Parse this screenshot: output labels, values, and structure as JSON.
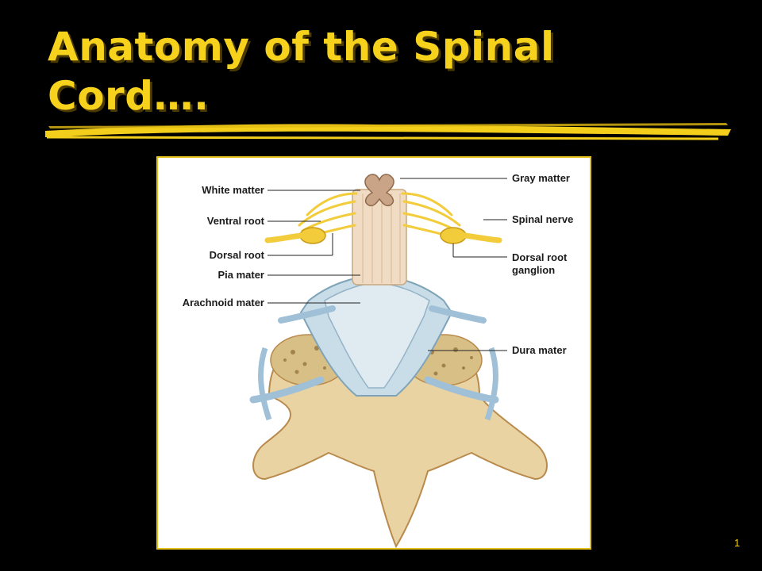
{
  "slide": {
    "title": "Anatomy of the Spinal Cord….",
    "page_number": "1",
    "accent_color": "#f7d21c"
  },
  "figure": {
    "labels": {
      "white_matter": "White matter",
      "ventral_root": "Ventral root",
      "dorsal_root": "Dorsal root",
      "pia_mater": "Pia mater",
      "arachnoid_mater": "Arachnoid mater",
      "gray_matter": "Gray matter",
      "spinal_nerve": "Spinal nerve",
      "dorsal_root_ganglion_line1": "Dorsal root",
      "dorsal_root_ganglion_line2": "ganglion",
      "dura_mater": "Dura mater"
    }
  }
}
